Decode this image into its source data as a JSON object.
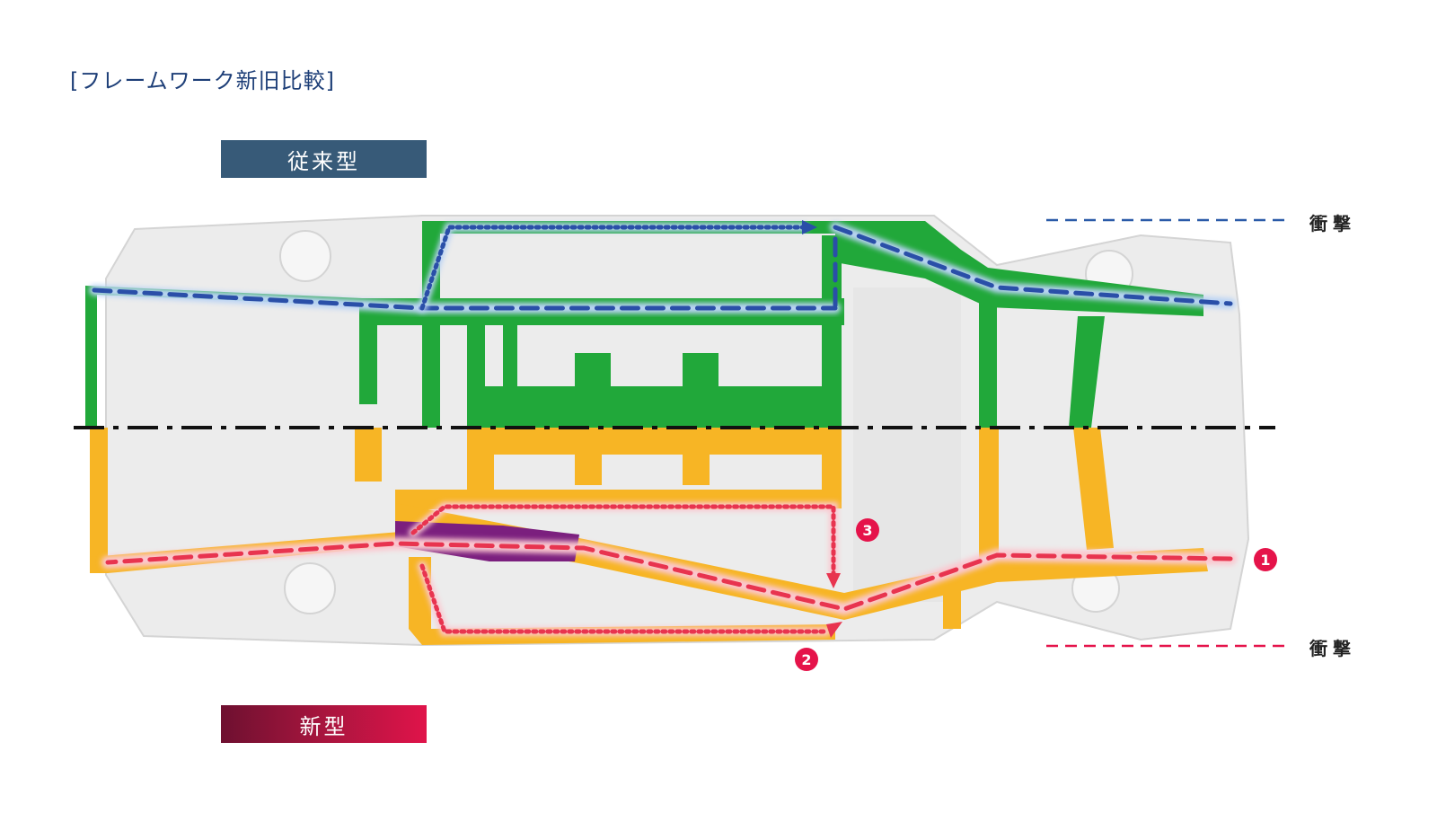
{
  "header": {
    "title": "[フレームワーク新旧比較]"
  },
  "labels": {
    "old": "従来型",
    "new": "新型"
  },
  "legend": {
    "impact_old": "衝撃",
    "impact_new": "衝撃"
  },
  "markers": {
    "m1": "1",
    "m2": "2",
    "m3": "3"
  },
  "colors": {
    "old_frame": "#21a83a",
    "new_frame": "#f7b525",
    "reinforcement": "#7b1f7e",
    "old_path": "#2a4fa8",
    "new_path": "#e8344f",
    "marker": "#e5134a"
  }
}
